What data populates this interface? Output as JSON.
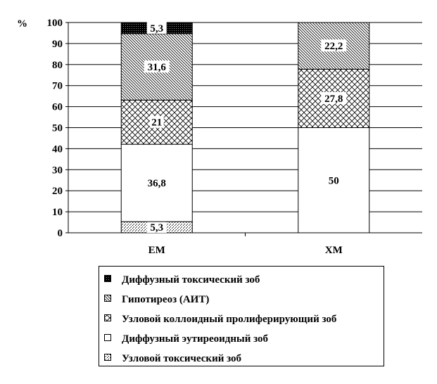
{
  "chart_data": {
    "type": "bar",
    "stacked": true,
    "title": "",
    "xlabel": "",
    "ylabel": "%",
    "ylim": [
      0,
      100
    ],
    "yticks": [
      0,
      10,
      20,
      30,
      40,
      50,
      60,
      70,
      80,
      90,
      100
    ],
    "grid": true,
    "legend_position": "bottom",
    "categories": [
      "EM",
      "XM"
    ],
    "series": [
      {
        "name": "Узловой токсический зоб",
        "pattern": "dots",
        "values": [
          5.3,
          0
        ],
        "labels": [
          "5,3",
          ""
        ]
      },
      {
        "name": "Диффузный эутиреоидный зоб",
        "pattern": "white",
        "values": [
          36.8,
          50
        ],
        "labels": [
          "36,8",
          "50"
        ]
      },
      {
        "name": "Узловой коллоидный пролиферирующий зоб",
        "pattern": "crosshatch",
        "values": [
          21,
          27.8
        ],
        "labels": [
          "21",
          "27,8"
        ]
      },
      {
        "name": "Гипотиреоз (АИТ)",
        "pattern": "diagonal",
        "values": [
          31.6,
          22.2
        ],
        "labels": [
          "31,6",
          "22,2"
        ]
      },
      {
        "name": "Диффузный токсический зоб",
        "pattern": "dense",
        "values": [
          5.3,
          0
        ],
        "labels": [
          "5,3",
          ""
        ]
      }
    ]
  }
}
